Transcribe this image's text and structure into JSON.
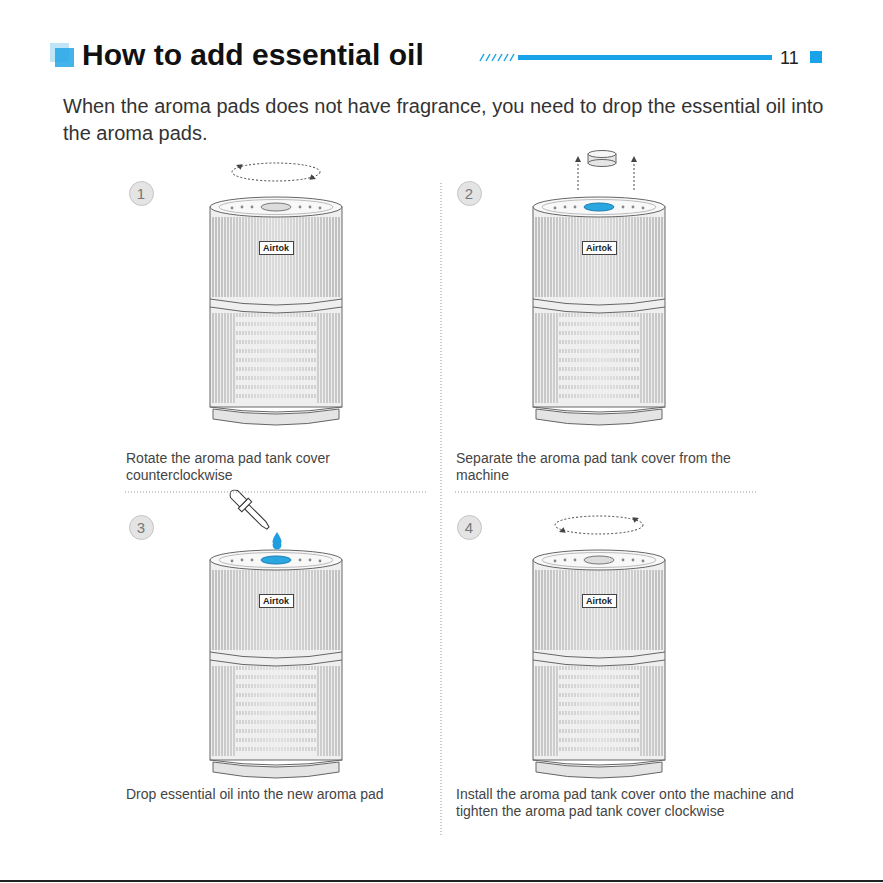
{
  "diagram": {
    "title": "How to add essential oil",
    "nodes": [
      {
        "text": [
          "1"
        ]
      },
      {
        "text": [
          "Airtok"
        ]
      },
      {
        "text": [
          "2"
        ]
      },
      {
        "text": [
          "Airtok"
        ]
      },
      {
        "text": [
          "3"
        ]
      },
      {
        "text": [
          "Airtok"
        ]
      },
      {
        "text": [
          "4"
        ]
      },
      {
        "text": [
          "Airtok"
        ]
      }
    ],
    "labels": [
      "11",
      "When the aroma pads does not have fragrance, you need to drop the essential oil into the aroma pads.",
      "Rotate the aroma pad tank cover counterclockwise",
      "Separate the aroma pad tank cover from the machine",
      "Drop essential oil into the new aroma pad",
      "Install the aroma pad tank cover onto the machine and tighten the aroma pad tank cover clockwise"
    ]
  }
}
